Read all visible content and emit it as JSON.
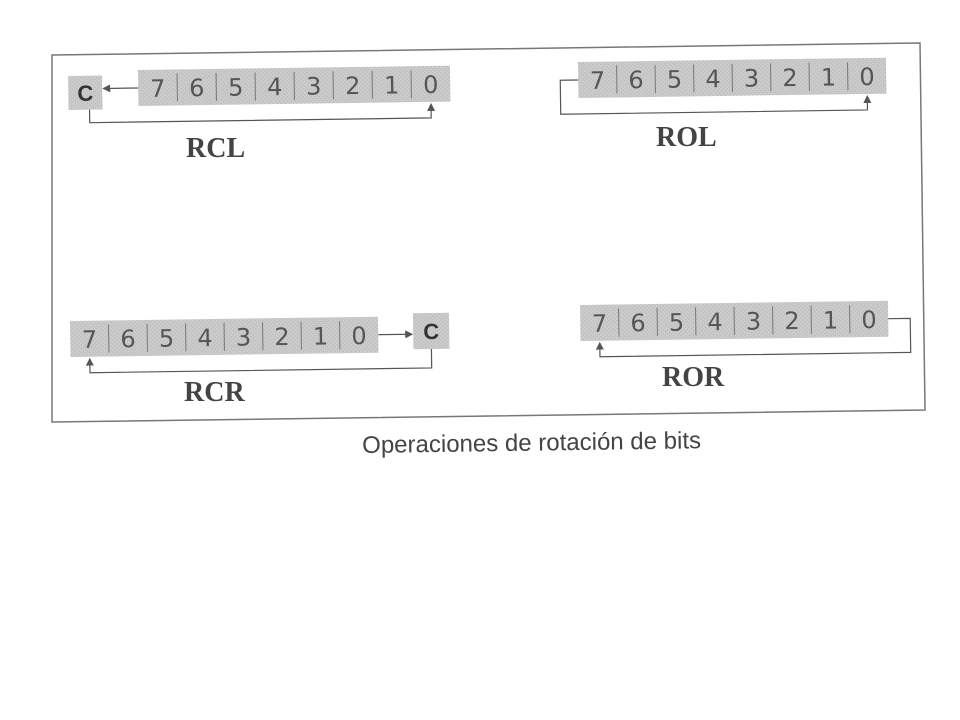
{
  "caption": "Operaciones de rotación de bits",
  "colors": {
    "cell_fill": "#cbcbcb",
    "line": "#555555",
    "frame": "#777777"
  },
  "diagrams": [
    {
      "id": "rcl",
      "label": "RCL",
      "bits": [
        "7",
        "6",
        "5",
        "4",
        "3",
        "2",
        "1",
        "0"
      ],
      "carry": "C",
      "carry_side": "left"
    },
    {
      "id": "rol",
      "label": "ROL",
      "bits": [
        "7",
        "6",
        "5",
        "4",
        "3",
        "2",
        "1",
        "0"
      ],
      "carry": null,
      "carry_side": null
    },
    {
      "id": "rcr",
      "label": "RCR",
      "bits": [
        "7",
        "6",
        "5",
        "4",
        "3",
        "2",
        "1",
        "0"
      ],
      "carry": "C",
      "carry_side": "right"
    },
    {
      "id": "ror",
      "label": "ROR",
      "bits": [
        "7",
        "6",
        "5",
        "4",
        "3",
        "2",
        "1",
        "0"
      ],
      "carry": null,
      "carry_side": null
    }
  ]
}
